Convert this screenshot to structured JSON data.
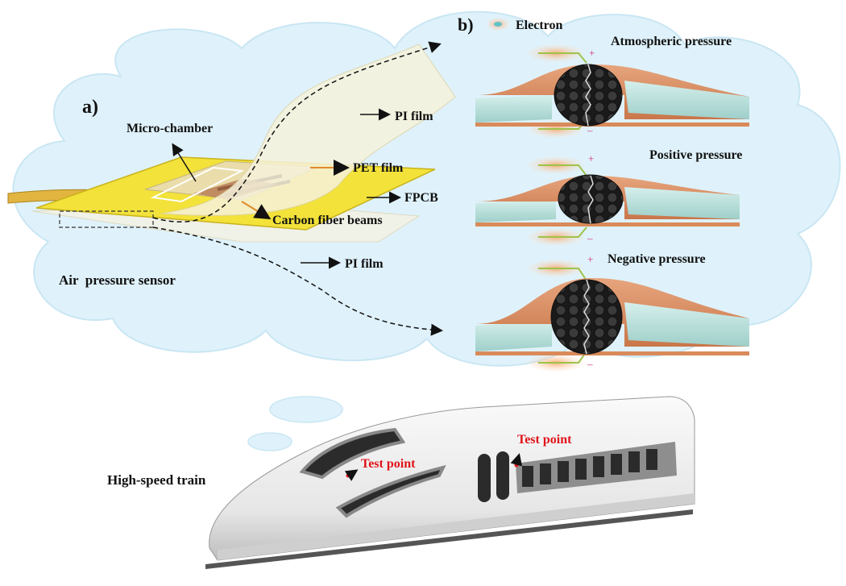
{
  "panels": {
    "a_label": "a)",
    "b_label": "b)"
  },
  "sensor": {
    "micro_chamber": "Micro-chamber",
    "pi_film_top": "PI film",
    "pet_film": "PET film",
    "fpcb": "FPCB",
    "carbon_fiber_beams": "Carbon fiber beams",
    "pi_film_bottom": "PI film",
    "caption": "Air  pressure sensor"
  },
  "states": {
    "legend": "Electron",
    "atmospheric": "Atmospheric pressure",
    "positive": "Positive pressure",
    "negative": "Negative pressure",
    "plus": "+",
    "minus": "–"
  },
  "train": {
    "caption": "High-speed train",
    "test_point_1": "Test point",
    "test_point_2": "Test point"
  },
  "colors": {
    "cloud": "#dff2fb",
    "cloud_stroke": "#c9e6f3",
    "fpcb": "#f2e23a",
    "copper": "#d98a5a",
    "teal_foam": "#bfe3df",
    "fiber_dark": "#2a2a2a",
    "red_label": "#e0141b",
    "train_body": "#f2f2f2",
    "window_dark": "#2b2b2b",
    "glow": "#f6b27e"
  }
}
